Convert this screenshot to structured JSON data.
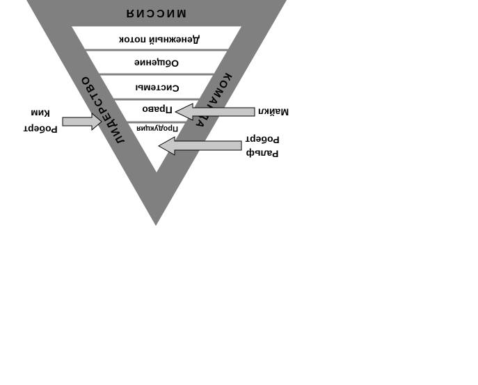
{
  "diagram": {
    "title": "МИССИЯ",
    "left_side": "ЛИДЕРСТВО",
    "right_side": "КОМАНДА",
    "bands": [
      "Денежный поток",
      "Общение",
      "Системы",
      "Право",
      "Продукция"
    ],
    "people": {
      "left": [
        "Роберт",
        "Ким"
      ],
      "right_top": [
        "Майкл"
      ],
      "right_bottom": [
        "Роберт",
        "Ральф"
      ]
    },
    "colors": {
      "frame": "#808080",
      "line": "#808080",
      "arrow_fill": "#c8c8c8",
      "arrow_stroke": "#000000",
      "text": "#000000"
    }
  }
}
